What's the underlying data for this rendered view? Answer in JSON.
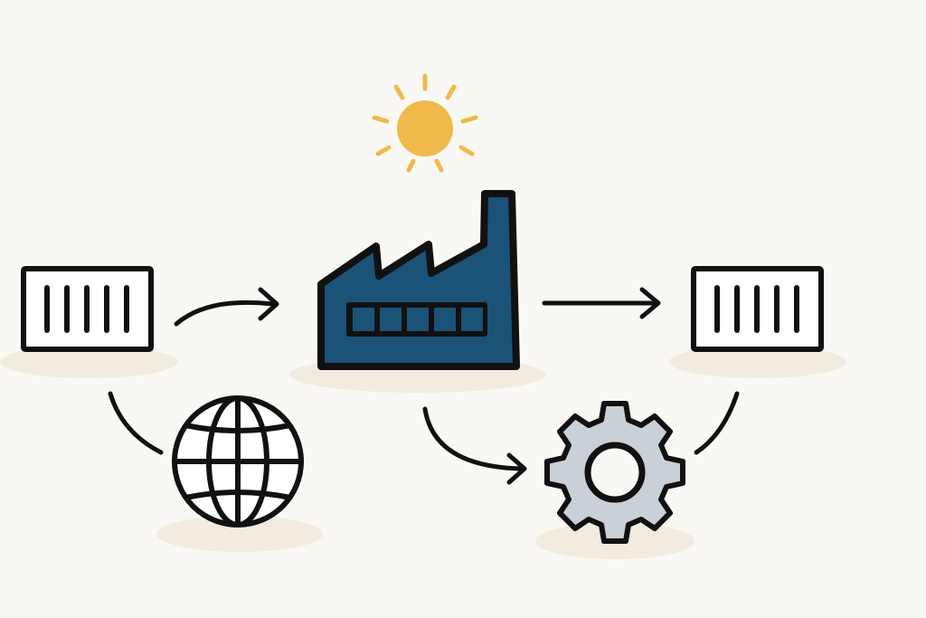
{
  "diagram": {
    "nodes": [
      {
        "id": "source-container",
        "icon": "shipping-container-icon"
      },
      {
        "id": "sun",
        "icon": "sun-icon"
      },
      {
        "id": "factory",
        "icon": "factory-icon"
      },
      {
        "id": "destination-container",
        "icon": "shipping-container-icon"
      },
      {
        "id": "globe",
        "icon": "globe-icon"
      },
      {
        "id": "gear",
        "icon": "gear-icon"
      }
    ],
    "edges": [
      {
        "from": "source-container",
        "to": "factory",
        "style": "curved-arrow"
      },
      {
        "from": "factory",
        "to": "destination-container",
        "style": "arrow"
      },
      {
        "from": "factory",
        "to": "gear",
        "style": "curved-arrow"
      },
      {
        "from": "source-container",
        "to": "globe",
        "style": "curve"
      },
      {
        "from": "destination-container",
        "to": "gear",
        "style": "curve"
      }
    ]
  },
  "colors": {
    "background": "#faf8f4",
    "shadow": "#f1ebe0",
    "stroke": "#111111",
    "factory": "#1b5278",
    "sun": "#f0b94a",
    "gear": "#c9d0d8",
    "white": "#ffffff"
  }
}
